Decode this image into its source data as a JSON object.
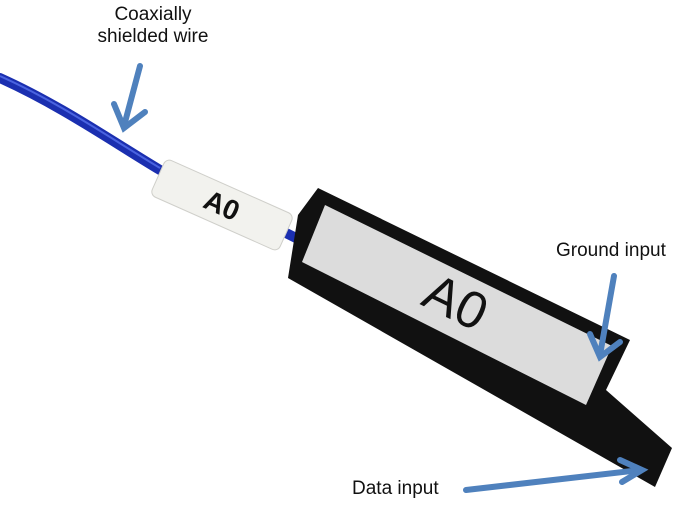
{
  "labels": {
    "coax": [
      "Coaxially",
      "shielded wire"
    ],
    "ground": "Ground input",
    "data": "Data input"
  },
  "probe": {
    "sleeve_tag": "A0",
    "body_tag": "A0"
  },
  "colors": {
    "wire": "#1b2fb0",
    "arrow": "#4f81bd",
    "body": "#111111",
    "label": "#dcdcdc"
  }
}
